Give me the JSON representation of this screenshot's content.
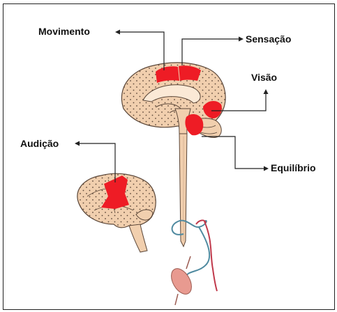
{
  "labels": {
    "movement": "Movimento",
    "sensation": "Sensação",
    "vision": "Visão",
    "hearing": "Audição",
    "balance": "Equilíbrio"
  },
  "colors": {
    "brain_fill": "#f1cfae",
    "brain_outline": "#5a4638",
    "active_area": "#ee1c25",
    "arrow": "#222222",
    "nerve_blue": "#4f8aa0",
    "nerve_red": "#c0394b",
    "muscle": "#e89a90"
  },
  "icons": [
    "brain-sagittal-illustration",
    "brain-lateral-illustration",
    "spinal-cord-illustration"
  ]
}
